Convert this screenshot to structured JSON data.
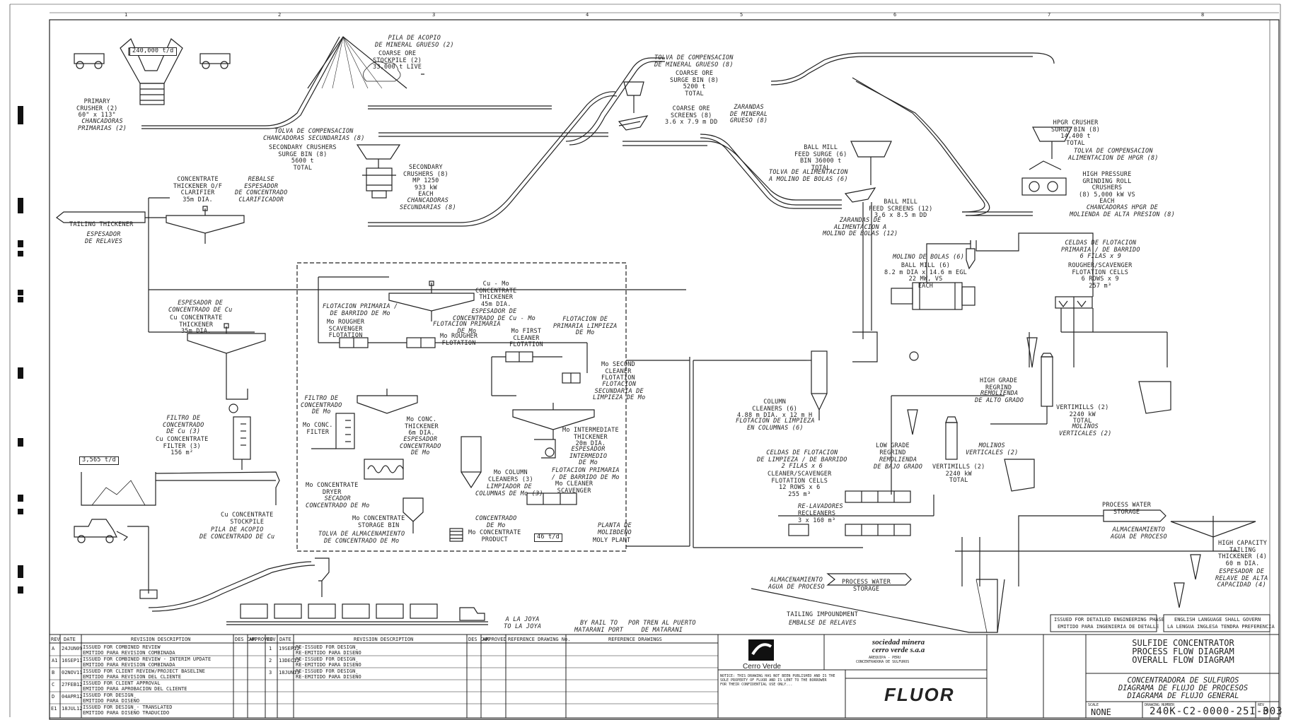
{
  "grid": {
    "columns": [
      "1",
      "2",
      "3",
      "4",
      "5",
      "6",
      "7",
      "8"
    ]
  },
  "mine": {
    "capacity": "240,000 t/d",
    "primary_crusher": "PRIMARY\nCRUSHER (2)\n60\" x 113\"",
    "primary_crusher_es": "CHANCADORAS\nPRIMARIAS (2)",
    "stockpile_es": "PILA DE ACOPIO\nDE MINERAL GRUESO (2)",
    "stockpile": "COARSE ORE\nSTOCKPILE (2)\n33,000 t LIVE"
  },
  "coarse_surge": {
    "es": "TOLVA DE COMPENSACION\nDE MINERAL GRUESO (8)",
    "en": "COARSE ORE\nSURGE BIN (8)\n5200 t\nTOTAL"
  },
  "screens": {
    "en": "COARSE ORE\nSCREENS (8)\n3.6 x 7.9 m DD",
    "es": "ZARANDAS\nDE MINERAL\nGRUESO (8)"
  },
  "secondary": {
    "surge_es": "TOLVA DE COMPENSACION\nCHANCADORAS SECUNDARIAS (8)",
    "surge_en": "SECONDARY CRUSHERS\nSURGE BIN (8)\n5600 t\nTOTAL",
    "crushers_en": "SECONDARY\nCRUSHERS (8)\nMP 1250\n933 kW\nEACH",
    "crushers_es": "CHANCADORAS\nSECUNDARIAS (8)"
  },
  "ball_mill_feed": {
    "surge_en": "BALL MILL\nFEED SURGE (6)\nBIN 36000 t\nTOTAL",
    "surge_es": "TOLVA DE ALIMENTACION\nA MOLINO DE BOLAS (6)",
    "screens_en": "BALL MILL\nFEED SCREENS (12)\n3.6 x 8.5 m DD",
    "screens_es": "ZARANDAS DE\nALIMENTACION A\nMOLINO DE BOLAS (12)"
  },
  "hpgr": {
    "surge_en": "HPGR CRUSHER\nSURGE BIN (8)\n14,400 t\nTOTAL",
    "surge_es": "TOLVA DE COMPENSACION\nALIMENTACION DE HPGR (8)",
    "crusher_en": "HIGH PRESSURE\nGRINDING ROLL\nCRUSHERS\n(8) 5,000 kW VS\nEACH",
    "crusher_es": "CHANCADORAS HPGR DE\nMOLIENDA DE ALTA PRESION (8)"
  },
  "thickeners": {
    "conc_thickener_en": "CONCENTRATE\nTHICKENER O/F\nCLARIFIER\n35m DIA.",
    "conc_thickener_es": "REBALSE\nESPESADOR\nDE CONCENTRADO\nCLARIFICADOR",
    "tailing_thickener_en": "TAILING THICKENER",
    "tailing_thickener_es": "ESPESADOR\nDE RELAVES",
    "cu_thickener_es": "ESPESADOR DE\nCONCENTRADO DE Cu",
    "cu_thickener_en": "Cu CONCENTRATE\nTHICKENER\n35m DIA."
  },
  "moly": {
    "cumo_thickener": "Cu - Mo\nCONCENTRATE\nTHICKENER\n45m DIA.",
    "cumo_thickener_es": "ESPESADOR DE\nCONCENTRADO DE Cu - Mo",
    "rougher_es": "FLOTACION PRIMARIA /\nDE BARRIDO DE Mo",
    "rougher_en": "Mo ROUGHER\nSCAVENGER\nFLOTATION",
    "mo_rougher_es": "FLOTACION PRIMARIA\nDE Mo",
    "mo_rougher_en": "Mo ROUGHER\nFLOTATION",
    "first_cleaner": "Mo FIRST\nCLEANER\nFLOTATION",
    "first_cleaner_es": "FLOTACION DE\nPRIMARIA LIMPIEZA\nDE Mo",
    "second_cleaner": "Mo SECOND\nCLEANER\nFLOTATION",
    "second_cleaner_es": "FLOTACION\nSECUNDARIA DE\nLIMPIEZA DE Mo",
    "filter_es": "FILTRO DE\nCONCENTRADO\nDE Mo",
    "filter_en": "Mo CONC.\nFILTER",
    "conc_thickener": "Mo CONC.\nTHICKENER\n6m DIA.",
    "conc_thickener_es": "ESPESADOR\nCONCENTRADO\nDE Mo",
    "intermediate": "Mo INTERMEDIATE\nTHICKENER\n20m DIA.",
    "intermediate_es": "ESPESADOR\nINTERMEDIO\nDE Mo",
    "column_cleaners": "Mo COLUMN\nCLEANERS (3)",
    "column_cleaners_es": "LIMPIADOR DE\nCOLUMNAS DE Mo (3)",
    "cleaner_scavenger_es": "FLOTACION PRIMARIA\n/ DE BARRIDO DE Mo",
    "cleaner_scavenger": "Mo CLEANER\nSCAVENGER",
    "dryer": "Mo CONCENTRATE\nDRYER",
    "dryer_es": "SECADOR\nCONCENTRADO DE Mo",
    "storage": "Mo CONCENTRATE\nSTORAGE BIN",
    "storage_es": "TOLVA DE ALMACENAMIENTO\nDE CONCENTRADO DE Mo",
    "product_es": "CONCENTRADO\nDE Mo",
    "product": "Mo CONCENTRATE\nPRODUCT",
    "rate": "46 t/d",
    "plant_es": "PLANTA DE\nMOLIBDENO",
    "plant": "MOLY PLANT"
  },
  "cu_filter": {
    "es": "FILTRO DE\nCONCENTRADO\nDE Cu (3)",
    "en": "Cu CONCENTRATE\nFILTER (3)\n156 m²",
    "rate": "3,565 t/d",
    "stockpile": "Cu CONCENTRATE\nSTOCKPILE",
    "stockpile_es": "PILA DE ACOPIO\nDE CONCENTRADO DE Cu"
  },
  "grinding": {
    "ball_mill_es": "MOLINO DE BOLAS (6)",
    "ball_mill": "BALL MILL (6)\n8.2 m DIA x 14.6 m EGL\n22 MW, VS\nEACH",
    "rougher_es": "CELDAS DE FLOTACION\nPRIMARIA / DE BARRIDO\n6 FILAS x 9",
    "rougher": "ROUGHER/SCAVENGER\nFLOTATION CELLS\n6 ROWS x 9\n257 m³",
    "column_cleaners": "COLUMN\nCLEANERS (6)\n4.88 m DIA. x 12 m H",
    "column_cleaners_es": "FLOTACION DE LIMPIEZA\nEN COLUMNAS (6)",
    "hg_regrind": "HIGH GRADE\nREGRIND",
    "hg_regrind_es": "REMOLIENDA\nDE ALTO GRADO",
    "vertimills": "VERTIMILLS (2)\n2240 kW\nTOTAL",
    "vertimills_es": "MOLINOS\nVERTICALES (2)",
    "lg_regrind": "LOW GRADE\nREGRIND",
    "lg_regrind_es": "REMOLIENDA\nDE BAJO GRADO",
    "lg_vertimills": "VERTIMILLS (2)\n2240 kW\nTOTAL",
    "lg_vertimills_es": "MOLINOS\nVERTICALES (2)",
    "cs_cells_es": "CELDAS DE FLOTACION\nDE LIMPIEZA / DE BARRIDO\n2 FILAS x 6",
    "cs_cells": "CLEANER/SCAVENGER\nFLOTATION CELLS\n12 ROWS x 6\n255 m³",
    "recleaners_es": "RE-LAVADORES",
    "recleaners": "RECLEANERS\n3 x 160 m³"
  },
  "tailings": {
    "storage": "PROCESS WATER\nSTORAGE",
    "storage_es": "ALMACENAMIENTO\nAGUA DE PROCESO",
    "hc_thickener": "HIGH CAPACITY\nTAILING\nTHICKENER (4)\n60 m DIA.",
    "hc_thickener_es": "ESPESADOR DE\nRELAVE DE ALTA\nCAPACIDAD (4)",
    "pw_es": "ALMACENAMIENTO\nAGUA DE PROCESO",
    "pw": "PROCESS WATER\nSTORAGE",
    "impoundment": "TAILING IMPOUNDMENT",
    "impoundment_es": "EMBALSE DE RELAVES",
    "notice_en": "ISSUED FOR DETAILED ENGINEERING PHASE",
    "notice_es": "EMITIDO PARA INGENIERIA DE DETALLE",
    "lang_en": "ENGLISH LANGUAGE SHALL GOVERN",
    "lang_es": "LA LENGUA INGLESA TENDRA PREFERENCIA"
  },
  "transport": {
    "joya": "A LA JOYA\nTO LA JOYA",
    "rail": "BY RAIL TO\nMATARANI PORT",
    "rail_es": "POR TREN AL PUERTO\nDE MATARANI"
  },
  "revisions": {
    "headers": [
      "REV",
      "DATE",
      "REVISION DESCRIPTION",
      "DES CHK",
      "APPROVED",
      "REV",
      "DATE",
      "REVISION DESCRIPTION",
      "DES CHK",
      "APPROVED",
      "REFERENCE DRAWING No.",
      "REFERENCE DRAWINGS"
    ],
    "left_rows": [
      [
        "A",
        "24JUN09",
        "ISSUED FOR COMBINED REVIEW",
        "EMITIDO PARA REVISION COMBINADA"
      ],
      [
        "A1",
        "16SEP11",
        "ISSUED FOR COMBINED REVIEW - INTERIM UPDATE",
        "EMITIDO PARA REVISION COMBINADA"
      ],
      [
        "B",
        "02NOV11",
        "ISSUED FOR CLIENT REVIEW/PROJECT BASELINE",
        "EMITIDO PARA REVISION DEL CLIENTE"
      ],
      [
        "C",
        "27FEB12",
        "ISSUED FOR CLIENT APPROVAL",
        "EMITIDO PARA APROBACION DEL CLIENTE"
      ],
      [
        "D",
        "04APR12",
        "ISSUED FOR DESIGN",
        "EMITIDO PARA DISEÑO"
      ],
      [
        "E1",
        "18JUL12",
        "ISSUED FOR DESIGN - TRANSLATED",
        "EMITIDO PARA DISEÑO TRADUCIDO"
      ]
    ],
    "right_rows": [
      [
        "1",
        "19SEP12",
        "RE-ISSUED FOR DESIGN",
        "RE-EMITIDO PARA DISEÑO"
      ],
      [
        "2",
        "13DEC12",
        "RE-ISSUED FOR DESIGN",
        "RE-EMITIDO PARA DISEÑO"
      ],
      [
        "3",
        "18JUN13",
        "RE-ISSUED FOR DESIGN",
        "RE-EMITIDO PARA DISEÑO"
      ]
    ]
  },
  "title_block": {
    "client_logo": "Cerro Verde",
    "company": "sociedad minera\ncerro verde s.a.a",
    "location": "AREQUIPA - PERU",
    "project": "CONCENTRADORA DE SULFUROS",
    "contractor": "FLUOR",
    "title_en": "SULFIDE CONCENTRATOR\nPROCESS FLOW DIAGRAM\nOVERALL FLOW DIAGRAM",
    "title_es": "CONCENTRADORA DE SULFUROS\nDIAGRAMA DE FLUJO DE PROCESOS\nDIAGRAMA DE FLUJO GENERAL",
    "scale_label": "SCALE",
    "scale": "NONE",
    "drawing_label": "DRAWING NUMBER",
    "drawing_no": "240K-C2-0000-25I-003",
    "rev_label": "REV",
    "rev": "3",
    "notice": "NOTICE: THIS DRAWING HAS NOT BEEN PUBLISHED AND IS THE\nSOLE PROPERTY OF FLUOR AND IS LENT TO THE BORROWER\nFOR THEIR CONFIDENTIAL USE ONLY..."
  }
}
